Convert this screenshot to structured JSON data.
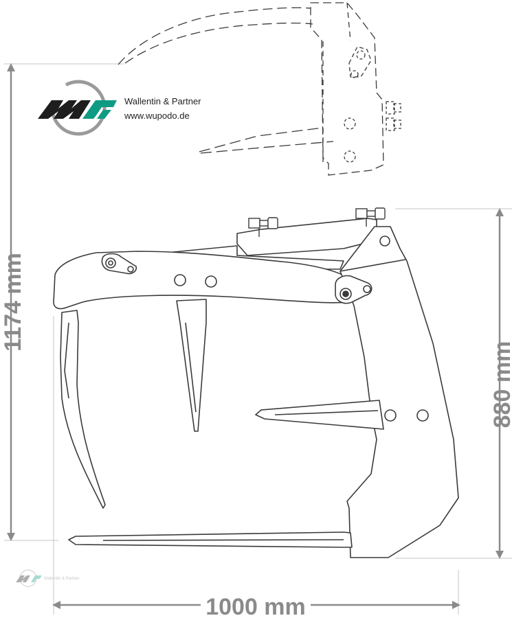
{
  "brand": {
    "name": "Wallentin & Partner",
    "url": "www.wupodo.de",
    "logo_text": "WP",
    "watermark_text": "Wallentin & Partner",
    "color_dark": "#1e1e1e",
    "color_green": "#0f9a83",
    "color_ring": "#9a9a9a"
  },
  "dimensions": {
    "overall_height": "1174 mm",
    "grab_height": "880 mm",
    "width": "1000 mm",
    "color": "#8a8a8a"
  },
  "drawing": {
    "line_color": "#3a3a3a",
    "guide_color": "#bfbfbf"
  }
}
